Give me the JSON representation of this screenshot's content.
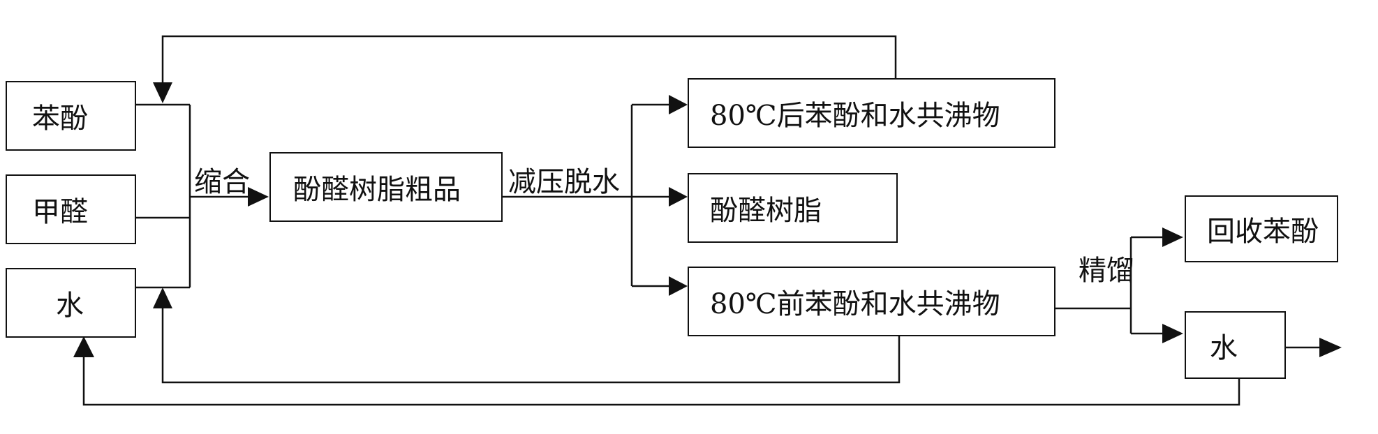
{
  "inputs": {
    "phenol": "苯酚",
    "formaldehyde": "甲醛",
    "water": "水"
  },
  "steps": {
    "condensation": "缩合",
    "vacuum_dehydration": "减压脱水",
    "rectification": "精馏"
  },
  "intermediates": {
    "crude_resin": "酚醛树脂粗品"
  },
  "outputs": {
    "azeotrope_after_80": "80℃后苯酚和水共沸物",
    "resin": "酚醛树脂",
    "azeotrope_before_80": "80℃前苯酚和水共沸物",
    "recovered_phenol": "回收苯酚",
    "water": "水"
  },
  "colors": {
    "line": "#111111",
    "background": "#ffffff"
  }
}
